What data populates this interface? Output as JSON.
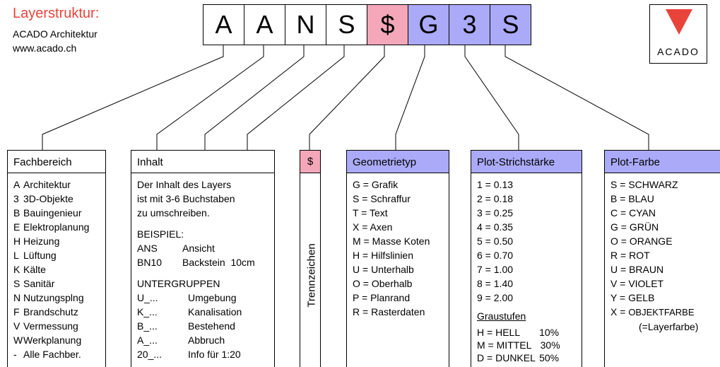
{
  "header": {
    "title": "Layerstruktur:",
    "company": "ACADO Architektur",
    "website": "www.acado.ch"
  },
  "logo": {
    "text": "ACADO",
    "triangle_color": "#e8443a"
  },
  "colors": {
    "accent_red": "#e8443a",
    "pink": "#f4a7b9",
    "blue": "#aaaaf8"
  },
  "code": [
    {
      "char": "A",
      "color": "white"
    },
    {
      "char": "A",
      "color": "white"
    },
    {
      "char": "N",
      "color": "white"
    },
    {
      "char": "S",
      "color": "white"
    },
    {
      "char": "$",
      "color": "pink"
    },
    {
      "char": "G",
      "color": "blue"
    },
    {
      "char": "3",
      "color": "blue"
    },
    {
      "char": "S",
      "color": "blue"
    }
  ],
  "fachbereich": {
    "title": "Fachbereich",
    "items": [
      {
        "key": "A",
        "label": "Architektur"
      },
      {
        "key": "3",
        "label": "3D-Objekte"
      },
      {
        "key": "B",
        "label": "Bauingenieur"
      },
      {
        "key": "E",
        "label": "Elektroplanung"
      },
      {
        "key": "H",
        "label": "Heizung"
      },
      {
        "key": "L",
        "label": "Lüftung"
      },
      {
        "key": "K",
        "label": "Kälte"
      },
      {
        "key": "S",
        "label": "Sanitär"
      },
      {
        "key": "N",
        "label": "Nutzungsplng"
      },
      {
        "key": "F",
        "label": "Brandschutz"
      },
      {
        "key": "V",
        "label": "Vermessung"
      },
      {
        "key": "W",
        "label": "Werkplanung"
      },
      {
        "key": "-",
        "label": "Alle Fachber."
      }
    ]
  },
  "inhalt": {
    "title": "Inhalt",
    "desc1": "Der Inhalt des Layers",
    "desc2": "ist mit 3-6 Buchstaben",
    "desc3": "zu umschreiben.",
    "beispiel_title": "BEISPIEL:",
    "beispiel": [
      {
        "key": "ANS",
        "label": "Ansicht"
      },
      {
        "key": "BN10",
        "label": "Backstein  10cm"
      }
    ],
    "untergruppen_title": "UNTERGRUPPEN",
    "untergruppen": [
      {
        "key": "U_...",
        "label": "Umgebung"
      },
      {
        "key": "K_...",
        "label": "Kanalisation"
      },
      {
        "key": "B_...",
        "label": "Bestehend"
      },
      {
        "key": "A_...",
        "label": "Abbruch"
      },
      {
        "key": "20_...",
        "label": "Info für 1:20"
      }
    ]
  },
  "trennzeichen": {
    "symbol": "$",
    "label": "Trennzeichen"
  },
  "geometrietyp": {
    "title": "Geometrietyp",
    "items": [
      {
        "key": "G",
        "label": "Grafik"
      },
      {
        "key": "S",
        "label": "Schraffur"
      },
      {
        "key": "T",
        "label": "Text"
      },
      {
        "key": "X",
        "label": "Axen"
      },
      {
        "key": "M",
        "label": "Masse Koten"
      },
      {
        "key": "H",
        "label": "Hilfslinien"
      },
      {
        "key": "U",
        "label": "Unterhalb"
      },
      {
        "key": "O",
        "label": "Oberhalb"
      },
      {
        "key": "P",
        "label": "Planrand"
      },
      {
        "key": "R",
        "label": "Rasterdaten"
      }
    ]
  },
  "plot_strich": {
    "title": "Plot-Strichstärke",
    "items": [
      {
        "key": "1",
        "label": "0.13"
      },
      {
        "key": "2",
        "label": "0.18"
      },
      {
        "key": "3",
        "label": "0.25"
      },
      {
        "key": "4",
        "label": "0.35"
      },
      {
        "key": "5",
        "label": "0.50"
      },
      {
        "key": "6",
        "label": "0.70"
      },
      {
        "key": "7",
        "label": "1.00"
      },
      {
        "key": "8",
        "label": "1.40"
      },
      {
        "key": "9",
        "label": "2.00"
      }
    ],
    "graustufen_title": "Graustufen",
    "graustufen": [
      {
        "key": "H",
        "label": "HELL",
        "pct": "10%"
      },
      {
        "key": "M",
        "label": "MITTEL",
        "pct": "30%"
      },
      {
        "key": "D",
        "label": "DUNKEL",
        "pct": "50%"
      }
    ]
  },
  "plot_farbe": {
    "title": "Plot-Farbe",
    "items": [
      {
        "key": "S",
        "label": "SCHWARZ"
      },
      {
        "key": "B",
        "label": "BLAU"
      },
      {
        "key": "C",
        "label": "CYAN"
      },
      {
        "key": "G",
        "label": "GRÜN"
      },
      {
        "key": "O",
        "label": "ORANGE"
      },
      {
        "key": "R",
        "label": "ROT"
      },
      {
        "key": "U",
        "label": "BRAUN"
      },
      {
        "key": "V",
        "label": "VIOLET"
      },
      {
        "key": "Y",
        "label": "GELB"
      },
      {
        "key": "X",
        "label": "OBJEKTFARBE"
      }
    ],
    "note": "(=Layerfarbe)"
  }
}
